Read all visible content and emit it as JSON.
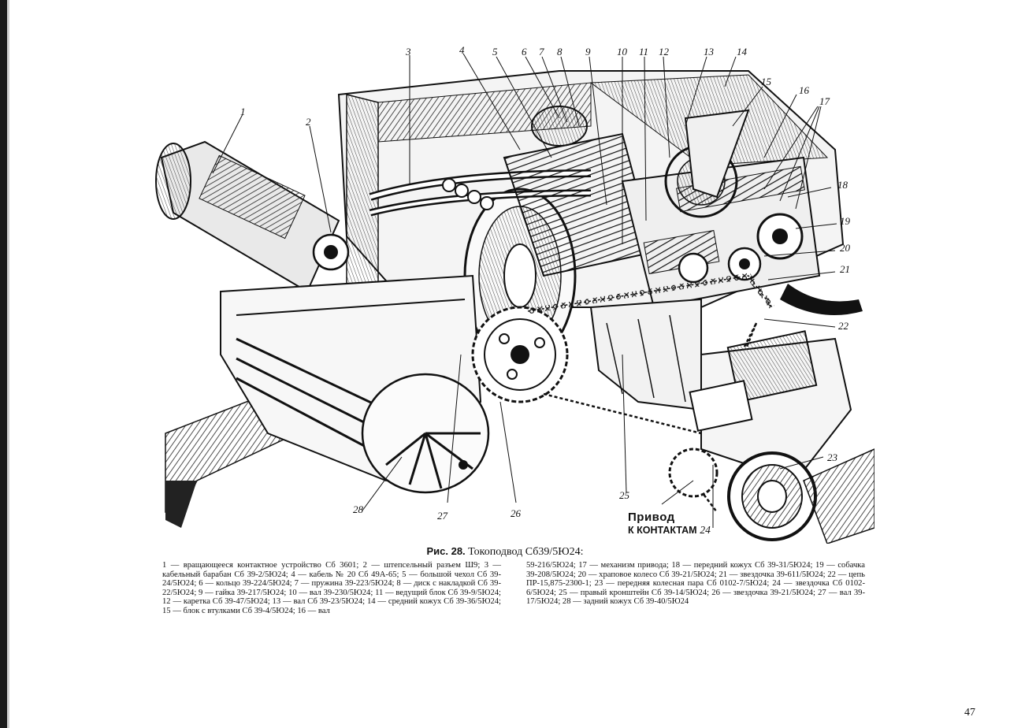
{
  "figure": {
    "number_label": "Рис. 28.",
    "title": "Токоподвод Сб39/5Ю24:"
  },
  "callouts": [
    "1",
    "2",
    "3",
    "4",
    "5",
    "6",
    "7",
    "8",
    "9",
    "10",
    "11",
    "12",
    "13",
    "14",
    "15",
    "16",
    "17",
    "18",
    "19",
    "20",
    "21",
    "22",
    "23",
    "24",
    "25",
    "26",
    "27",
    "28"
  ],
  "drive_label": {
    "line1": "Привод",
    "line2": "к контактам",
    "number": "24"
  },
  "caption": {
    "left": "1 — вращающееся контактное устройство Сб 3601; 2 — штепсельный разъем Ш9; 3 — кабельный барабан Сб 39-2/5Ю24; 4 — кабель № 20 Сб 49А-65; 5 — большой чехол Сб 39-24/5Ю24; 6 — кольцо 39-224/5Ю24; 7 — пружина 39-223/5Ю24; 8 — диск с накладкой Сб 39-22/5Ю24; 9 — гайка 39-217/5Ю24; 10 — вал 39-230/5Ю24; 11 — ведущий блок Сб 39-9/5Ю24; 12 — каретка Сб 39-47/5Ю24; 13 — вал Сб 39-23/5Ю24; 14 — средний кожух Сб 39-36/5Ю24; 15 — блок с втулками Сб 39-4/5Ю24; 16 — вал",
    "right": "59-216/5Ю24; 17 — механизм привода; 18 — передний кожух Сб 39-31/5Ю24; 19 — собачка 39-208/5Ю24; 20 — храповое колесо Сб 39-21/5Ю24; 21 — звездочка 39-611/5Ю24; 22 — цепь ПР-15,875-2300-1; 23 — передняя колесная пара Сб 0102-7/5Ю24; 24 — звездочка Сб 0102-6/5Ю24; 25 — правый кронштейн Сб 39-14/5Ю24; 26 — звездочка 39-21/5Ю24; 27 — вал 39-17/5Ю24; 28 — задний кожух Сб 39-40/5Ю24"
  },
  "page_number": "47"
}
